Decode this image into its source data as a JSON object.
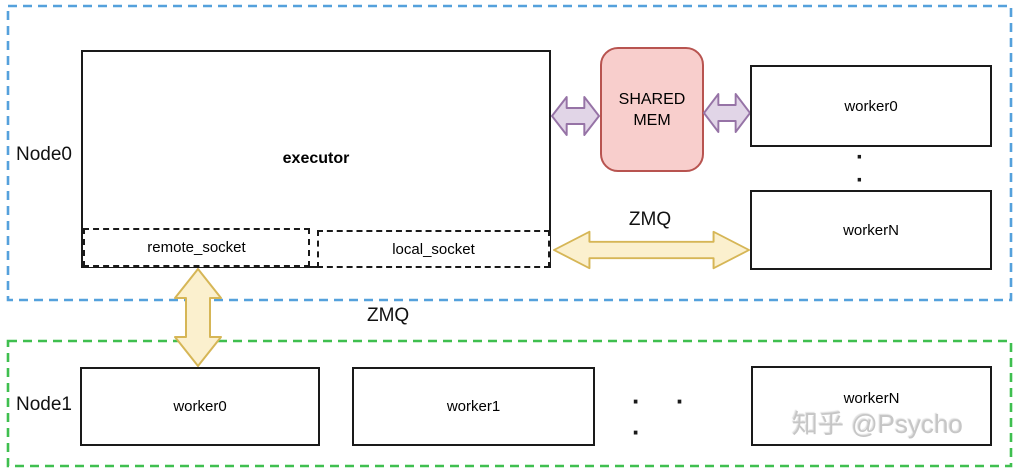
{
  "colors": {
    "node0_border": "#55A1DC",
    "node1_border": "#3FBF4F",
    "shared_mem_fill": "#F8CECC",
    "shared_mem_border": "#B85450",
    "purple_arrow_fill": "#E1D5E7",
    "purple_arrow_border": "#9673A6",
    "yellow_arrow_fill": "#FBF0CE",
    "yellow_arrow_border": "#D6B656",
    "watermark_color": "#C6C6C6"
  },
  "node0": {
    "label": "Node0",
    "executor_label": "executor",
    "remote_socket_label": "remote_socket",
    "local_socket_label": "local_socket",
    "shared_mem_label": "SHARED MEM",
    "worker0_label": "worker0",
    "workerN_label": "workerN",
    "vdots": [
      "·",
      "·"
    ]
  },
  "connections": {
    "zmq_local_label": "ZMQ",
    "zmq_remote_label": "ZMQ"
  },
  "node1": {
    "label": "Node1",
    "worker0_label": "worker0",
    "worker1_label": "worker1",
    "hdots": "· · ·",
    "workerN_label": "workerN"
  },
  "watermark": "知乎 @Psycho"
}
